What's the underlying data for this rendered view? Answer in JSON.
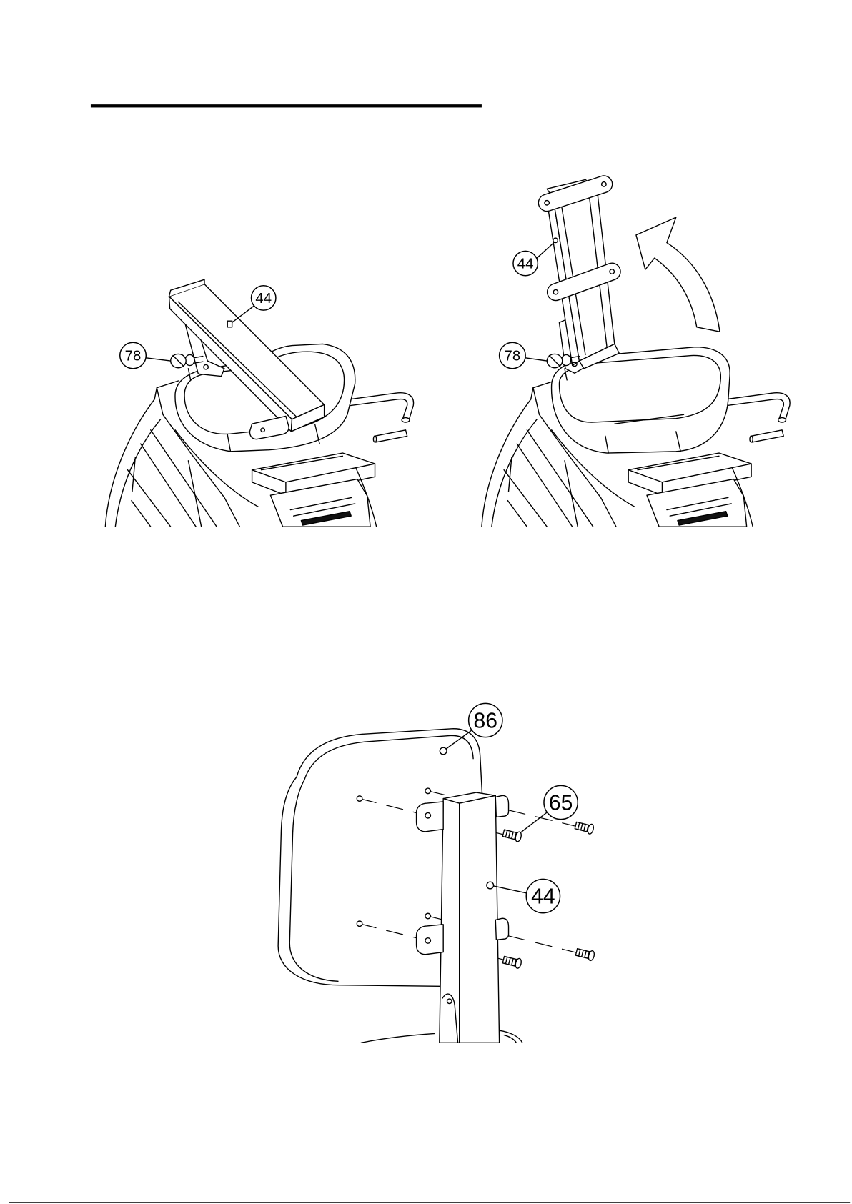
{
  "figure_1": {
    "frame_label": "44",
    "knob_label": "78"
  },
  "figure_2": {
    "frame_label": "44",
    "knob_label": "78"
  },
  "figure_3": {
    "backrest_label": "86",
    "screw_label": "65",
    "frame_label": "44"
  }
}
